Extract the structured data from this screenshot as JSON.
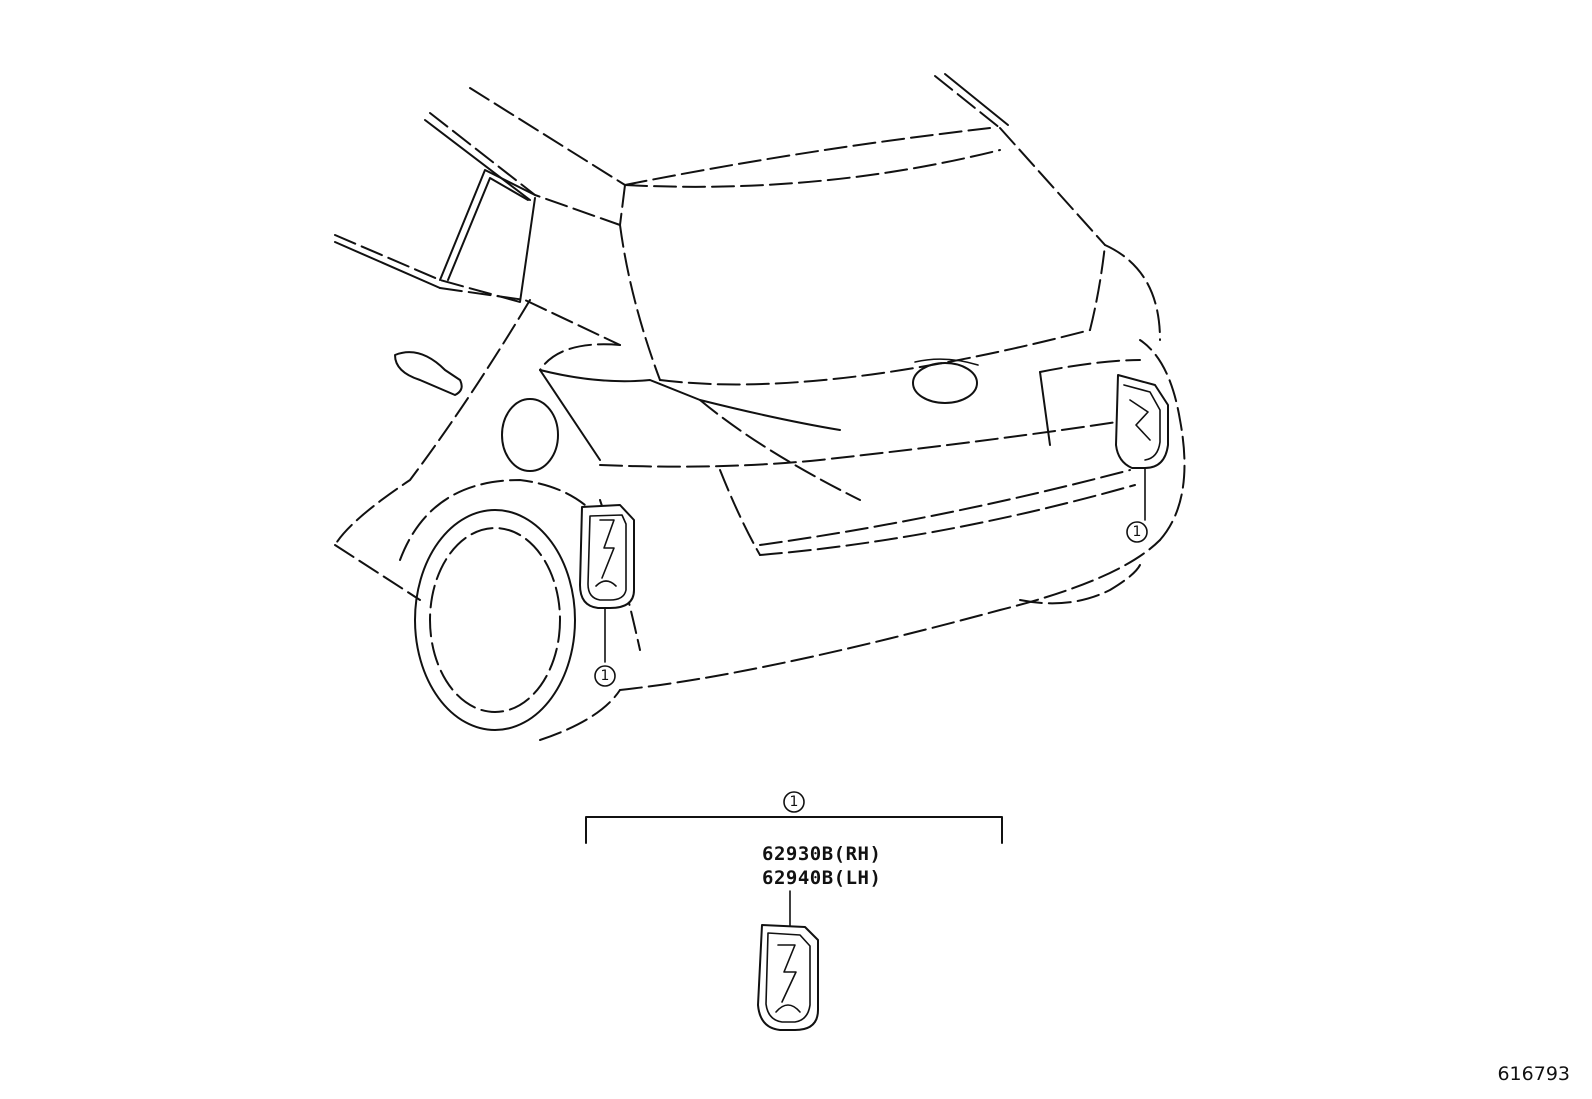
{
  "diagram": {
    "callout_number": "1",
    "part_numbers": [
      "62930B(RH)",
      "62940B(LH)"
    ],
    "diagram_id": "616793"
  }
}
